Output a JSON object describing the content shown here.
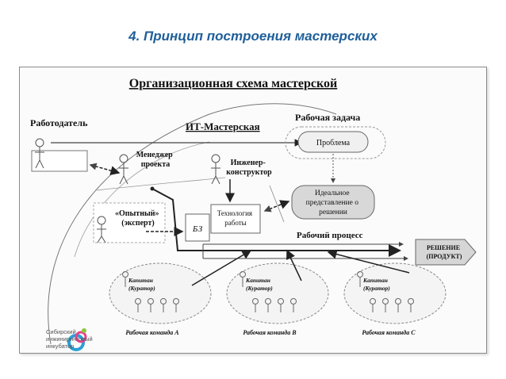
{
  "slide": {
    "title": "4. Принцип построения мастерских"
  },
  "diagram": {
    "title": "Организационная схема мастерской",
    "employer": "Работодатель",
    "it_workshop": "ИТ-Мастерская",
    "work_task": "Рабочая задача",
    "problem": "Проблема",
    "manager": [
      "Менеджер",
      "проекта"
    ],
    "engineer": [
      "Инженер-",
      "конструктор"
    ],
    "experienced": [
      "«Опытный»",
      "(эксперт)"
    ],
    "kb": "БЗ",
    "technology": [
      "Технология",
      "работы"
    ],
    "ideal": [
      "Идеальное",
      "представление о",
      "решении"
    ],
    "work_process": "Рабочий процесс",
    "solution": [
      "РЕШЕНИЕ",
      "(ПРОДУКТ)"
    ],
    "teams": [
      {
        "captain": "Капитан",
        "curator": "(Куратор)",
        "label": "Рабочая команда А"
      },
      {
        "captain": "Капитан",
        "curator": "(Куратор)",
        "label": "Рабочая команда В"
      },
      {
        "captain": "Капитан",
        "curator": "(Куратор)",
        "label": "Рабочая команда С"
      }
    ]
  },
  "logo": {
    "lines": [
      "Сибирский",
      "инжиниринговый",
      "инкубатор"
    ]
  }
}
